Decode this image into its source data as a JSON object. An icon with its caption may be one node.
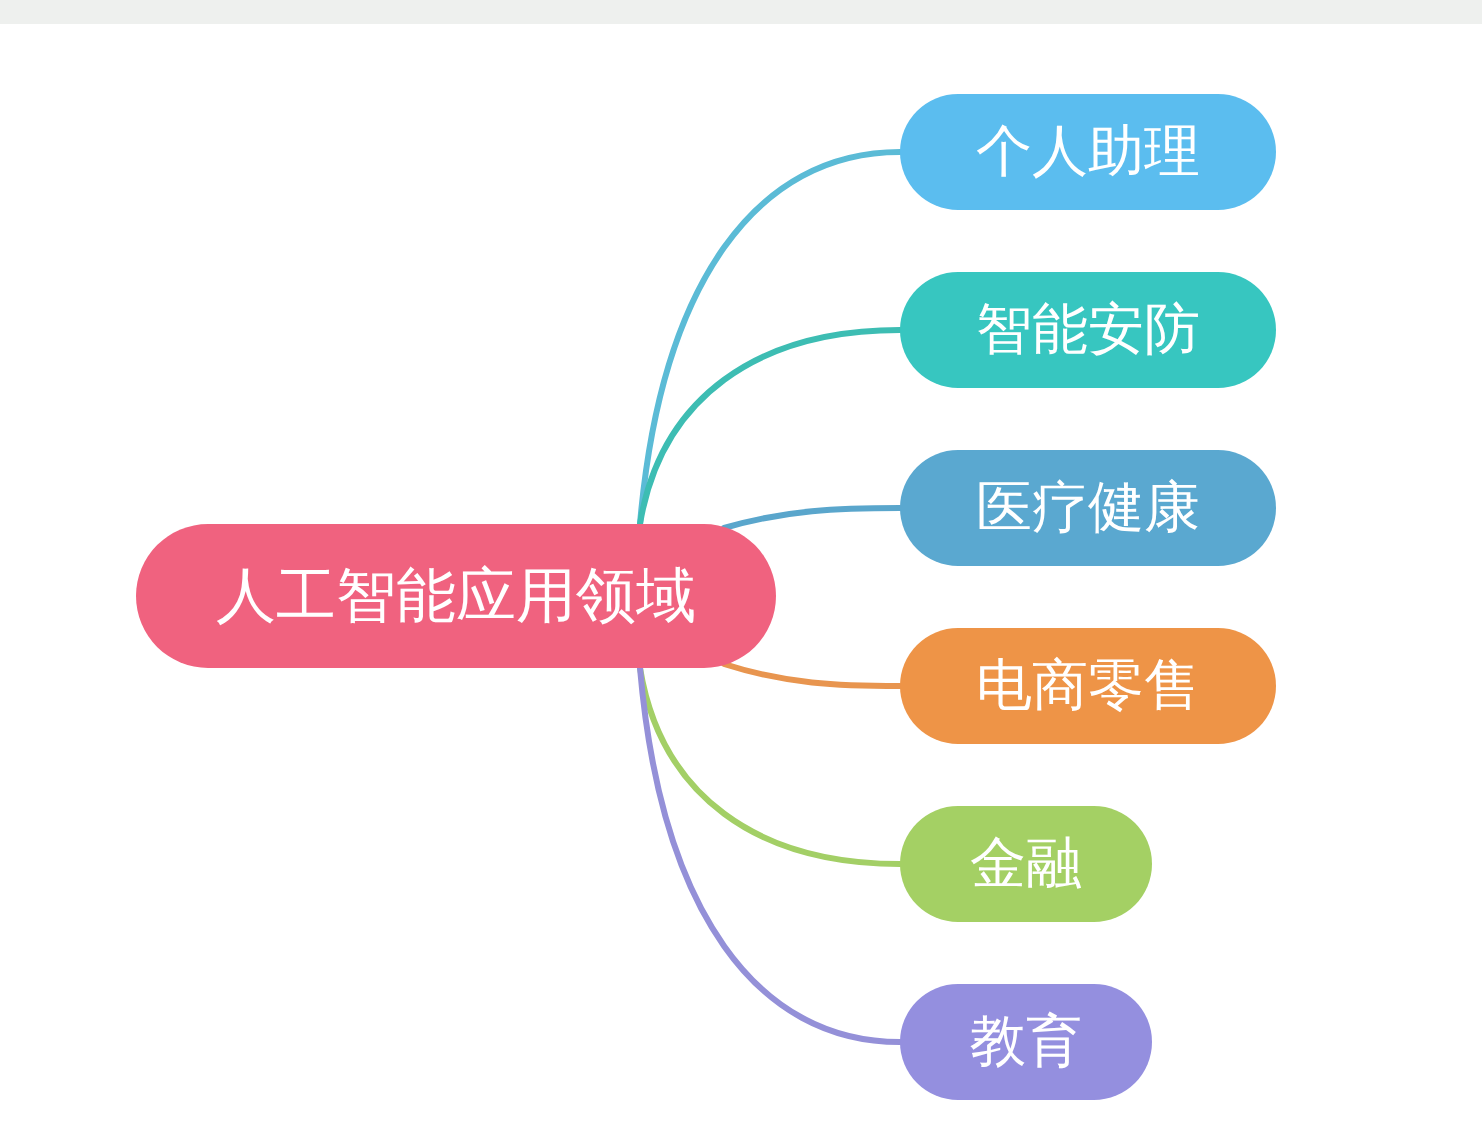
{
  "diagram": {
    "nodes": [
      {
        "text": [
          "人工智能应用领域"
        ]
      },
      {
        "text": [
          "个人助理"
        ]
      },
      {
        "text": [
          "智能安防"
        ]
      },
      {
        "text": [
          "医疗健康"
        ]
      },
      {
        "text": [
          "电商零售"
        ]
      },
      {
        "text": [
          "金融"
        ]
      },
      {
        "text": [
          "教育"
        ]
      }
    ],
    "edges": [
      {
        "from": 0,
        "to": 1,
        "arrow": "none",
        "color": "#5bbbd6"
      },
      {
        "from": 0,
        "to": 2,
        "arrow": "none",
        "color": "#3dbdb3"
      },
      {
        "from": 0,
        "to": 3,
        "arrow": "none",
        "color": "#5aa6cc"
      },
      {
        "from": 0,
        "to": 4,
        "arrow": "none",
        "color": "#e8954f"
      },
      {
        "from": 0,
        "to": 5,
        "arrow": "none",
        "color": "#a3cf66"
      },
      {
        "from": 0,
        "to": 6,
        "arrow": "none",
        "color": "#9490d8"
      }
    ]
  }
}
